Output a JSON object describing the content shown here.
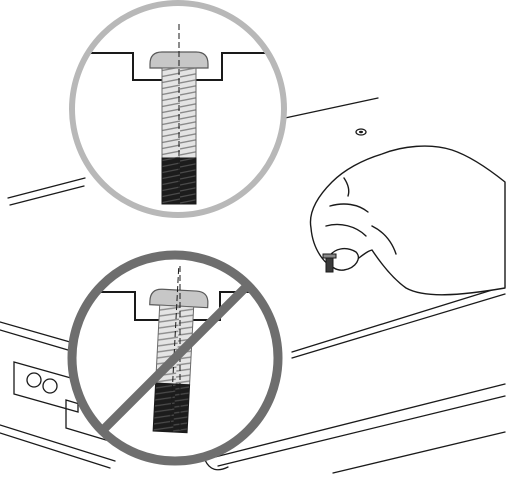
{
  "figure": {
    "panels": [
      {
        "id": "correct",
        "status": "correct-installation",
        "indicator": "ring",
        "indicator_color": "#b8b8b8"
      },
      {
        "id": "incorrect",
        "status": "incorrect-installation",
        "indicator": "prohibition-sign",
        "indicator_color": "#6e6e6e"
      }
    ],
    "colors": {
      "line": "#1a1a1a",
      "screw_head": "#c7c7c7",
      "thread_light": "#e2e2e2",
      "thread_dark": "#1c1c1c",
      "background": "#ffffff"
    },
    "icons": [
      "hand-icon",
      "screw-icon",
      "screw-hole-icon",
      "prohibition-icon"
    ]
  }
}
